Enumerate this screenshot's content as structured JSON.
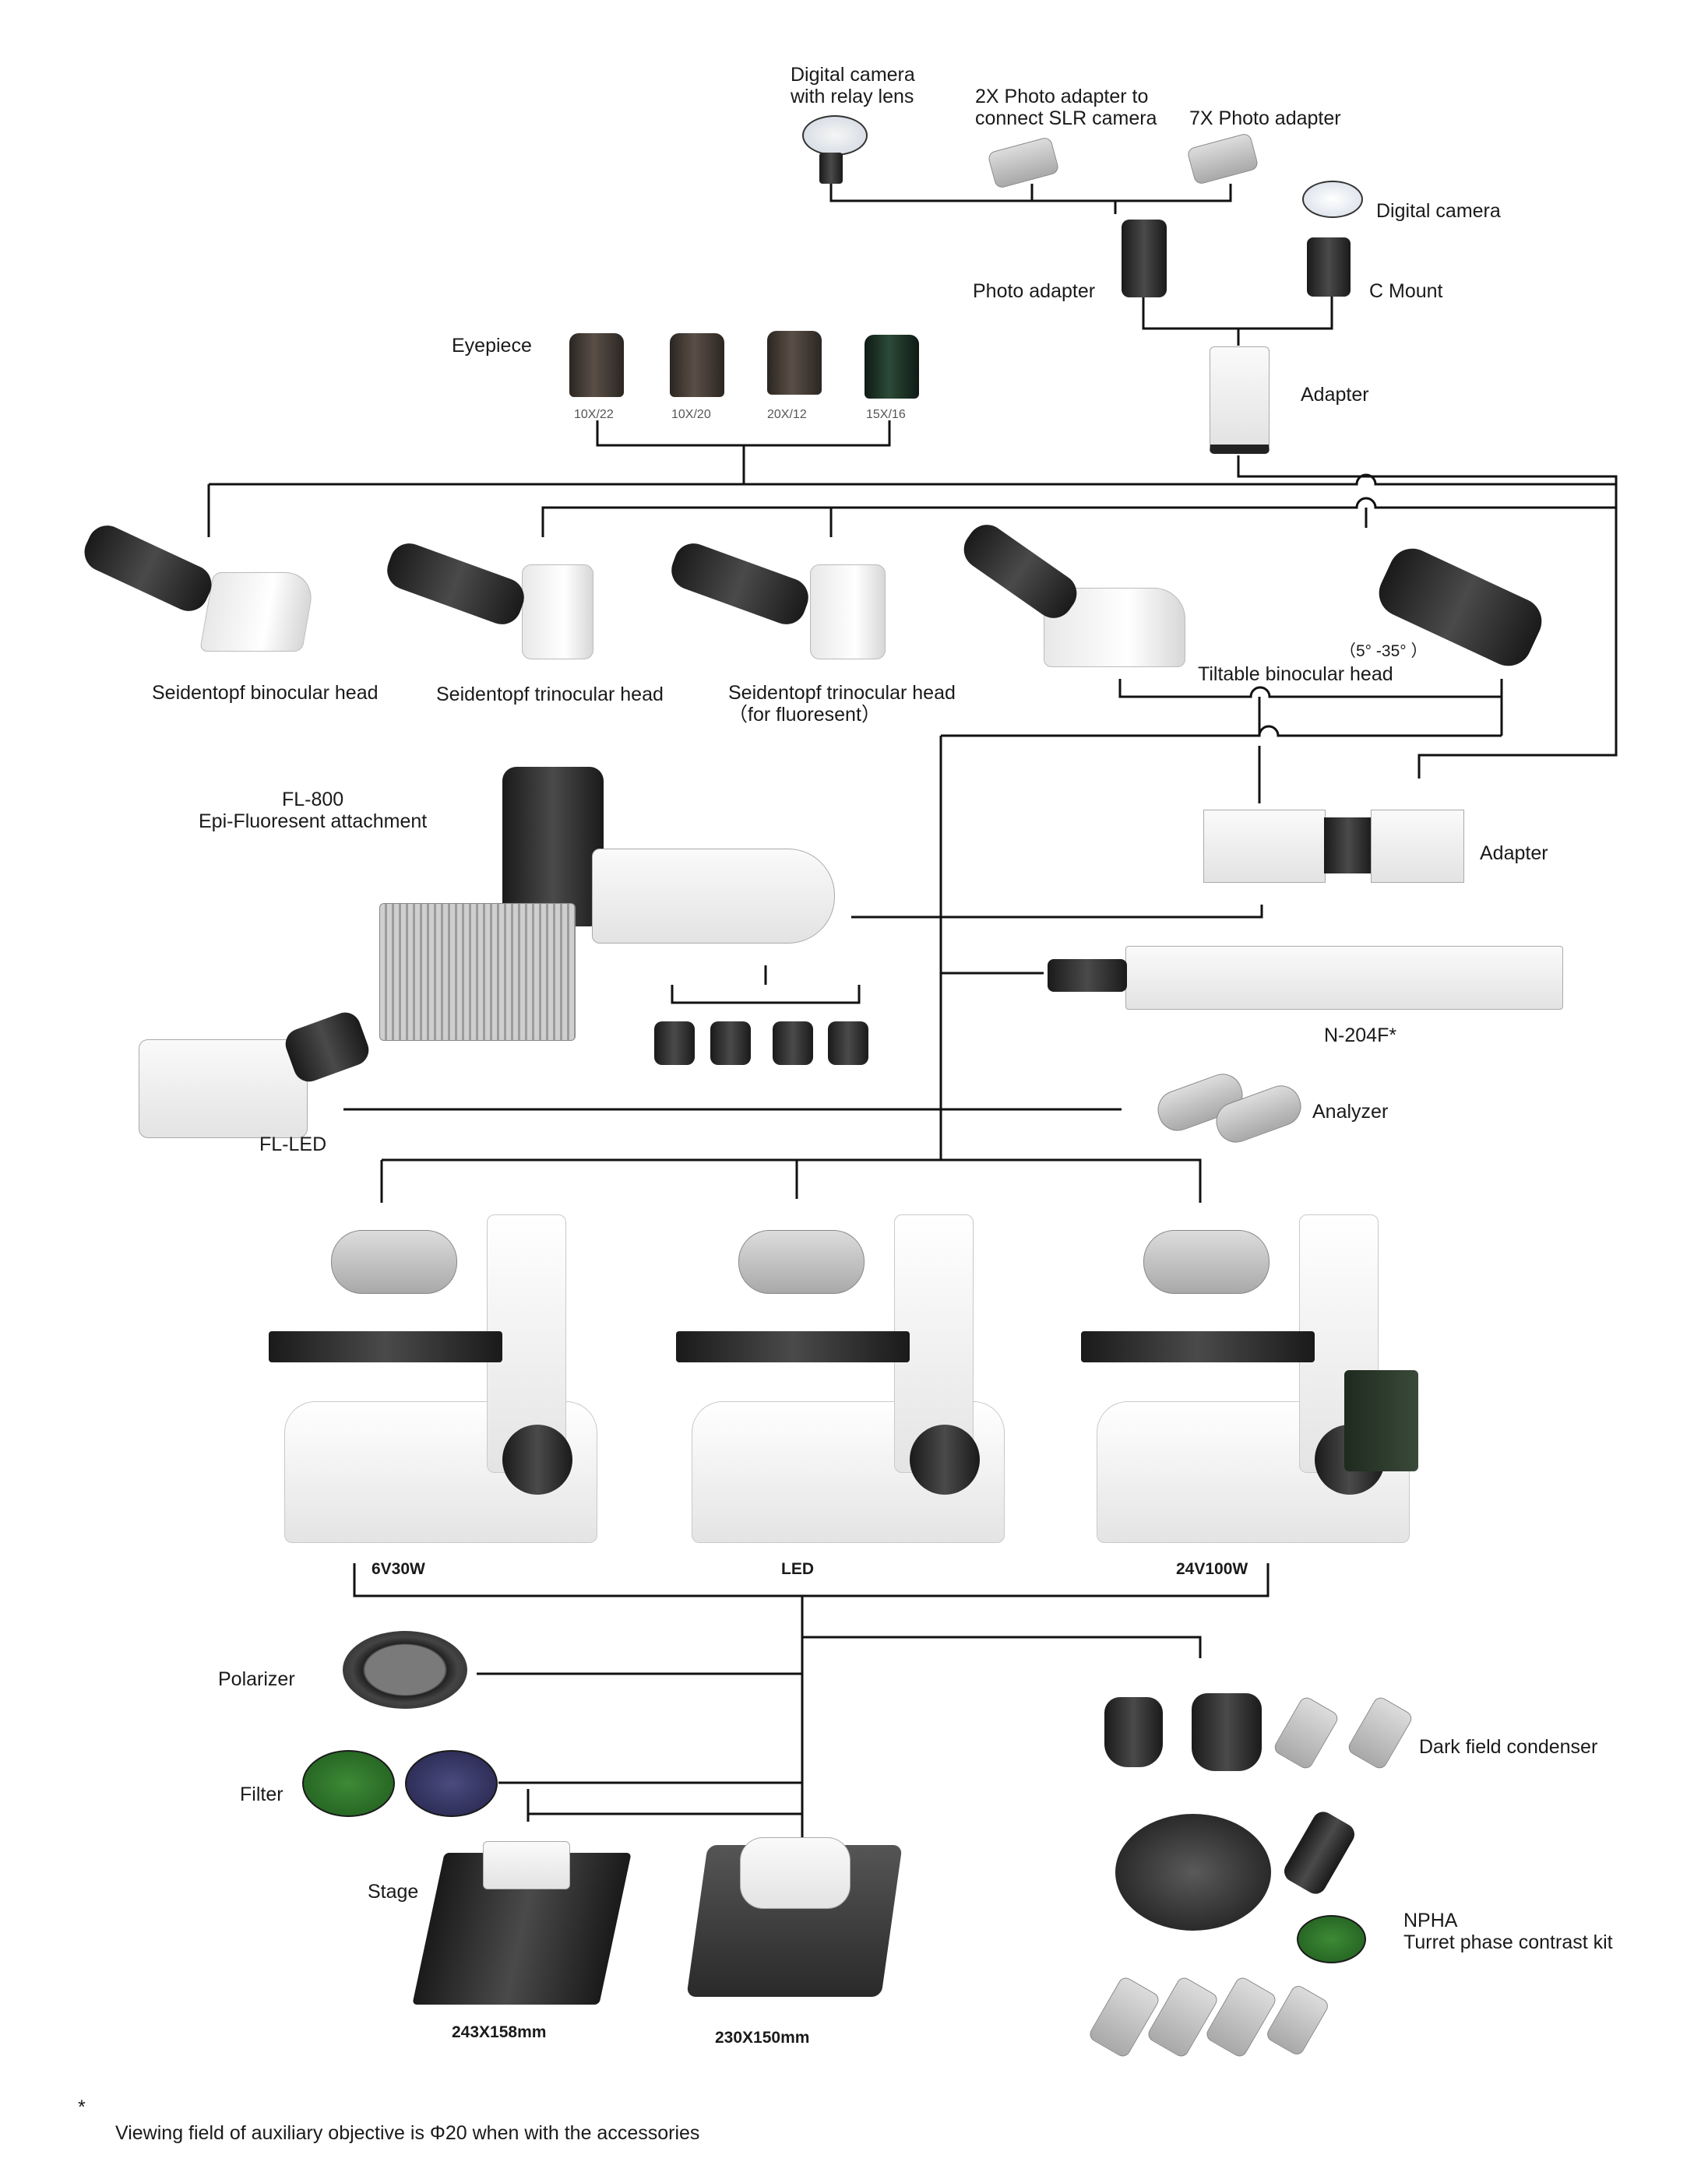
{
  "labels": {
    "digital_camera_relay": "Digital camera\nwith relay lens",
    "photo_adapter_2x": "2X Photo adapter to\nconnect SLR camera",
    "photo_adapter_7x": "7X Photo adapter",
    "digital_camera": "Digital camera",
    "photo_adapter": "Photo adapter",
    "c_mount": "C Mount",
    "eyepiece": "Eyepiece",
    "adapter_top": "Adapter",
    "head_binocular": "Seidentopf binocular head",
    "head_trinocular": "Seidentopf trinocular head",
    "head_trinocular_fl": "Seidentopf trinocular head\n（for fluoresent）",
    "head_tiltable": "Tiltable binocular head",
    "tilt_angle": "（5° -35° ）",
    "fl800": "FL-800\nEpi-Fluoresent attachment",
    "adapter_mid": "Adapter",
    "n204f": "N-204F*",
    "analyzer": "Analyzer",
    "fl_led": "FL-LED",
    "scope_6v30w": "6V30W",
    "scope_led": "LED",
    "scope_24v100w": "24V100W",
    "polarizer": "Polarizer",
    "filter": "Filter",
    "stage": "Stage",
    "stage_243": "243X158mm",
    "stage_230": "230X150mm",
    "dark_field_condenser": "Dark field condenser",
    "npha": "NPHA\nTurret phase contrast kit",
    "footnote_star": "*",
    "footnote": "Viewing field of auxiliary objective is Φ20 when with the accessories"
  },
  "eyepieces": [
    "10X/22",
    "10X/20",
    "20X/12",
    "15X/16"
  ]
}
